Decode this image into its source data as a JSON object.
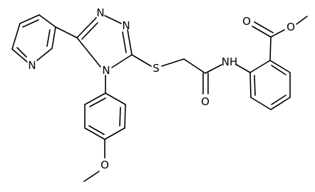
{
  "atoms": {
    "n_pyridine": "N",
    "n_triazole_1": "N",
    "n_triazole_2": "N",
    "n_triazole_4": "N",
    "s_thioether": "S",
    "o_amide": "O",
    "nh_amide": "NH",
    "o_methoxy": "O",
    "o_ester_carbonyl": "O",
    "o_ester_ether": "O"
  }
}
